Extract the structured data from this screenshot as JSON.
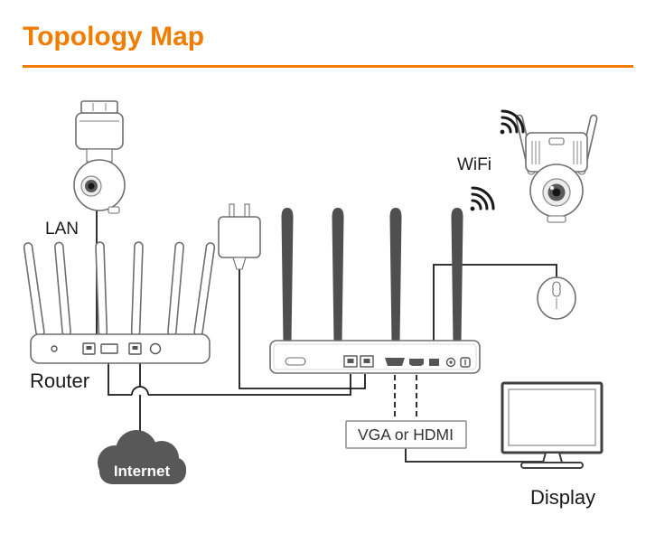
{
  "page": {
    "title": "Topology Map"
  },
  "theme": {
    "accent": "#F07D00",
    "line": "#1a1a1a",
    "device": "#6e6e6e",
    "antenna": "#4f4f4f",
    "cloud": "#585858",
    "ink": "#1a1a1a"
  },
  "labels": {
    "lan": "LAN",
    "wifi": "WiFi",
    "router": "Router",
    "internet": "Internet",
    "vga_or_hdmi": "VGA or HDMI",
    "display": "Display"
  },
  "diagram": {
    "description": "Network topology map showing a LAN camera and a WiFi camera connected to a wireless NVR, with router, internet cloud, power adapter, USB mouse and display",
    "nodes": [
      {
        "id": "ptz-camera-lan",
        "type": "security-camera",
        "link": "LAN"
      },
      {
        "id": "router",
        "type": "wireless-router",
        "label": "Router"
      },
      {
        "id": "internet",
        "type": "cloud",
        "label": "Internet"
      },
      {
        "id": "power-adapter",
        "type": "power-plug"
      },
      {
        "id": "nvr",
        "type": "network-video-recorder",
        "antennas": 4
      },
      {
        "id": "wifi-camera",
        "type": "security-camera",
        "link": "WiFi",
        "label": "WiFi"
      },
      {
        "id": "mouse",
        "type": "usb-mouse"
      },
      {
        "id": "display",
        "type": "monitor",
        "label": "Display",
        "link": "VGA or HDMI"
      }
    ],
    "connections": [
      {
        "from": "ptz-camera-lan",
        "to": "router",
        "type": "wired",
        "label": "LAN"
      },
      {
        "from": "router",
        "to": "internet",
        "type": "wired"
      },
      {
        "from": "router",
        "to": "nvr",
        "type": "wired"
      },
      {
        "from": "power-adapter",
        "to": "nvr",
        "type": "wired"
      },
      {
        "from": "wifi-camera",
        "to": "nvr",
        "type": "wireless",
        "label": "WiFi"
      },
      {
        "from": "mouse",
        "to": "nvr",
        "type": "wired"
      },
      {
        "from": "nvr",
        "to": "display",
        "type": "wired",
        "label": "VGA or HDMI"
      }
    ]
  }
}
